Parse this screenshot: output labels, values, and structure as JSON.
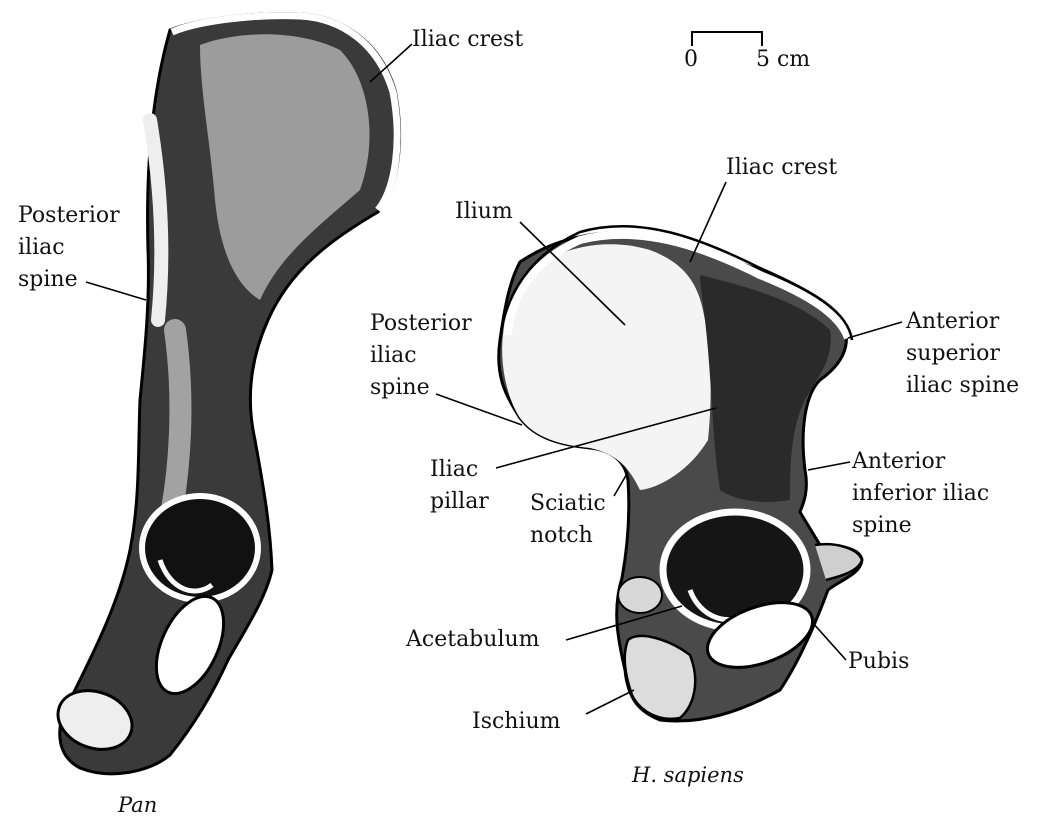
{
  "scale_bar": {
    "min_label": "0",
    "max_label": "5 cm"
  },
  "pan": {
    "species": "Pan",
    "labels": {
      "iliac_crest": "Iliac crest",
      "posterior_iliac_spine": [
        "Posterior",
        "iliac",
        "spine"
      ]
    }
  },
  "h_sapiens": {
    "species": "H. sapiens",
    "labels": {
      "iliac_crest": "Iliac crest",
      "ilium": "Ilium",
      "posterior_iliac_spine": [
        "Posterior",
        "iliac",
        "spine"
      ],
      "iliac_pillar": [
        "Iliac",
        "pillar"
      ],
      "sciatic_notch": [
        "Sciatic",
        "notch"
      ],
      "anterior_superior_iliac_spine": [
        "Anterior",
        "superior",
        "iliac spine"
      ],
      "anterior_inferior_iliac_spine": [
        "Anterior",
        "inferior iliac",
        "spine"
      ],
      "acetabulum": "Acetabulum",
      "pubis": "Pubis",
      "ischium": "Ischium"
    }
  },
  "colors": {
    "ink": "#000000",
    "bone": "#ffffff"
  }
}
